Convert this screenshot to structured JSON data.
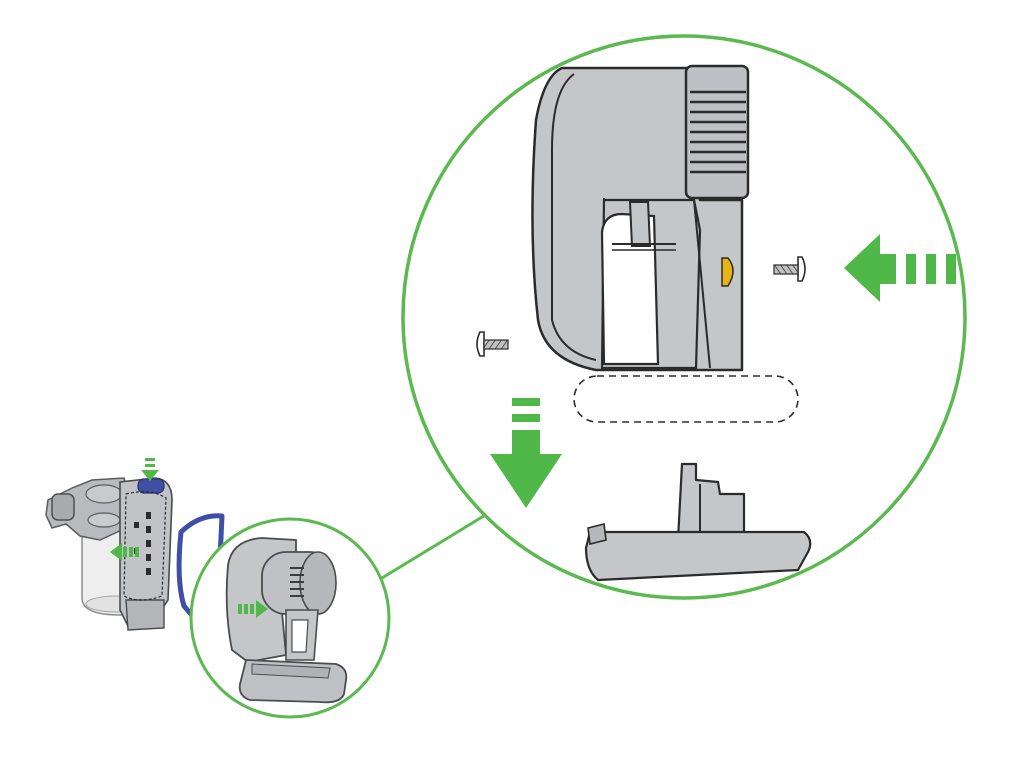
{
  "diagram": {
    "type": "assembly-instruction",
    "views": [
      "overview",
      "detail"
    ],
    "colors": {
      "accent_green": "#4fb848",
      "outline_green": "#5ab94f",
      "body_gray": "#c5c6c8",
      "dark_outline": "#2b2b2b",
      "seal_blue": "#3f4fa6",
      "button_yellow": "#e7b416",
      "background": "#ffffff"
    },
    "icons": [
      "arrow-left-icon",
      "arrow-down-icon",
      "arrow-right-icon",
      "screw-icon"
    ],
    "callouts": [
      {
        "id": "screw-right",
        "direction": "left"
      },
      {
        "id": "screw-left",
        "direction": "left"
      },
      {
        "id": "battery",
        "direction": "down"
      }
    ]
  }
}
